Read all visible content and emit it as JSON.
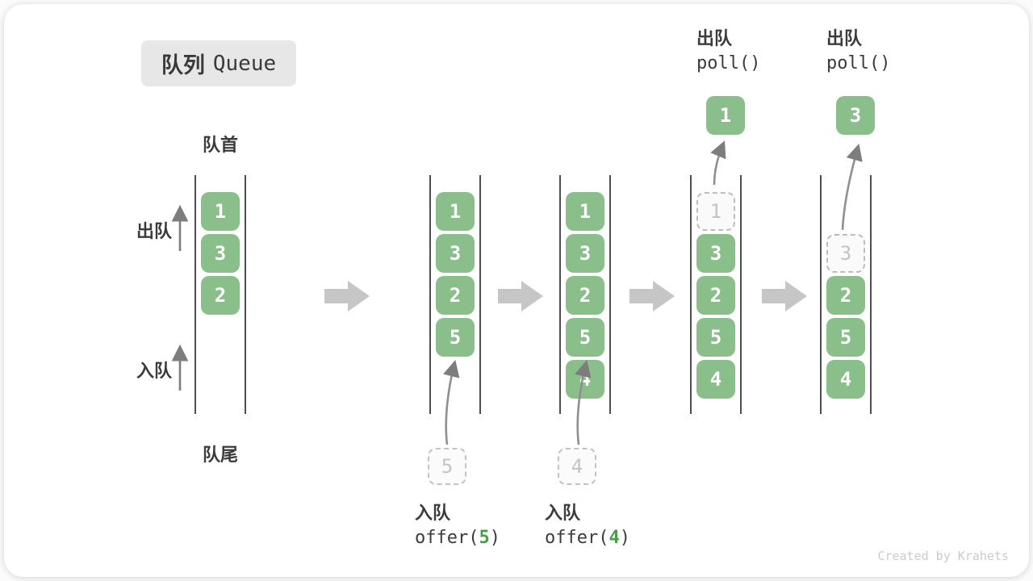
{
  "title": {
    "zh": "队列",
    "en": "Queue"
  },
  "labels": {
    "head": "队首",
    "tail": "队尾",
    "dequeue": "出队",
    "enqueue": "入队"
  },
  "watermark": "Created by Krahets",
  "colors": {
    "box_green": "#8abf8b",
    "code_num_green": "#4a9d4a",
    "ghost_gray": "#c4c4c4",
    "wall_gray": "#4e4e4e",
    "block_arrow_gray": "#c6c6c6",
    "text_dark": "#3b3b3b"
  },
  "stages": [
    {
      "slots": [
        {
          "v": "1",
          "s": "filled"
        },
        {
          "v": "3",
          "s": "filled"
        },
        {
          "v": "2",
          "s": "filled"
        },
        {
          "v": "",
          "s": "empty"
        },
        {
          "v": "",
          "s": "empty"
        }
      ]
    },
    {
      "slots": [
        {
          "v": "1",
          "s": "filled"
        },
        {
          "v": "3",
          "s": "filled"
        },
        {
          "v": "2",
          "s": "filled"
        },
        {
          "v": "5",
          "s": "filled"
        },
        {
          "v": "",
          "s": "empty"
        }
      ],
      "in_box": "5",
      "enqueue": {
        "zh": "入队",
        "pre": "offer(",
        "num": "5",
        "post": ")"
      }
    },
    {
      "slots": [
        {
          "v": "1",
          "s": "filled"
        },
        {
          "v": "3",
          "s": "filled"
        },
        {
          "v": "2",
          "s": "filled"
        },
        {
          "v": "5",
          "s": "filled"
        },
        {
          "v": "4",
          "s": "filled"
        }
      ],
      "in_box": "4",
      "enqueue": {
        "zh": "入队",
        "pre": "offer(",
        "num": "4",
        "post": ")"
      }
    },
    {
      "slots": [
        {
          "v": "1",
          "s": "ghost"
        },
        {
          "v": "3",
          "s": "filled"
        },
        {
          "v": "2",
          "s": "filled"
        },
        {
          "v": "5",
          "s": "filled"
        },
        {
          "v": "4",
          "s": "filled"
        }
      ],
      "out_box": "1",
      "dequeue": {
        "zh": "出队",
        "code": "poll()"
      }
    },
    {
      "slots": [
        {
          "v": "",
          "s": "empty"
        },
        {
          "v": "3",
          "s": "ghost"
        },
        {
          "v": "2",
          "s": "filled"
        },
        {
          "v": "5",
          "s": "filled"
        },
        {
          "v": "4",
          "s": "filled"
        }
      ],
      "out_box": "3",
      "dequeue": {
        "zh": "出队",
        "code": "poll()"
      }
    }
  ]
}
